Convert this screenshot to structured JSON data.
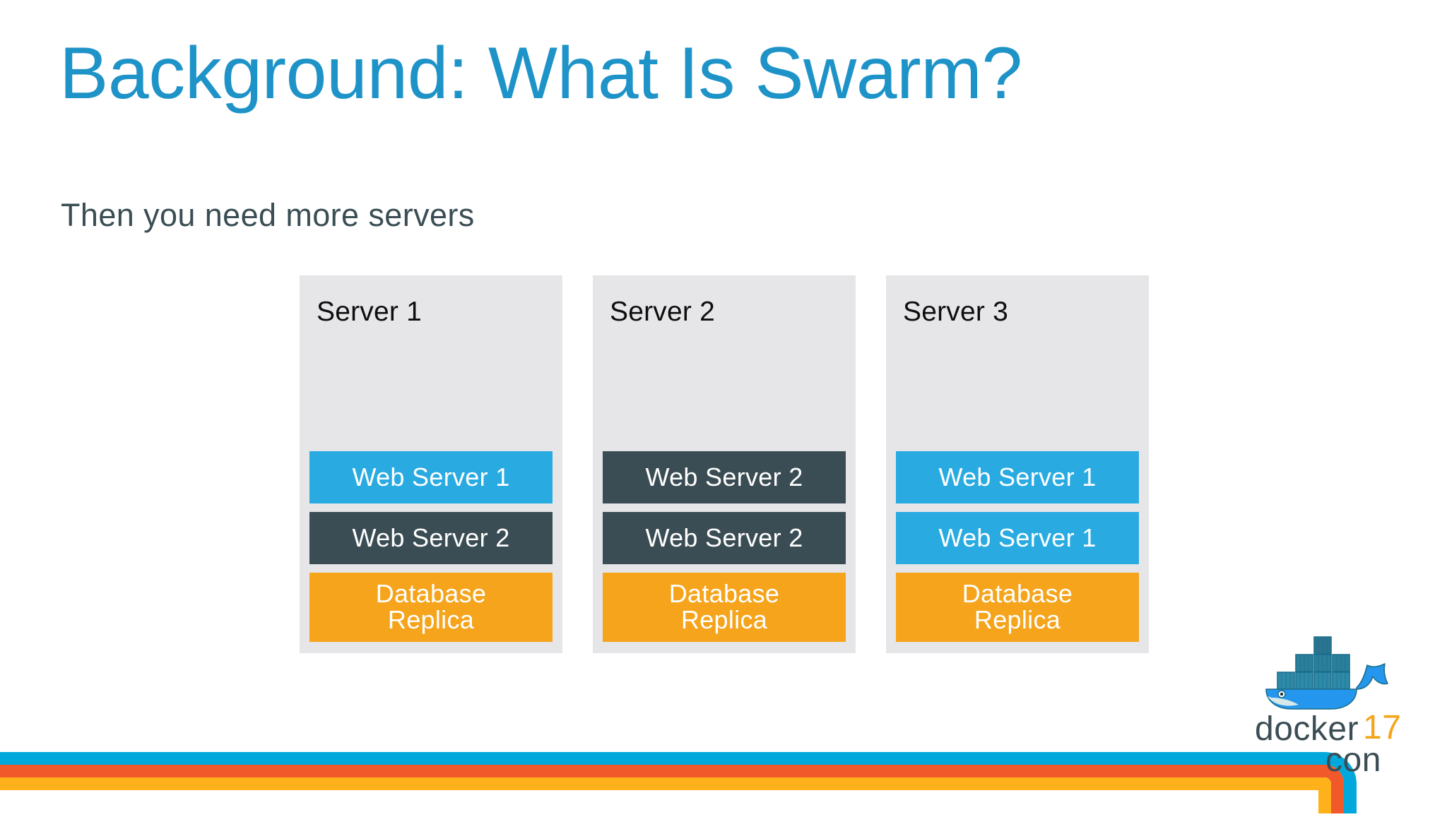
{
  "slide": {
    "title": "Background: What Is Swarm?",
    "subtitle": "Then you need more servers"
  },
  "colors": {
    "title_blue": "#1E93C8",
    "subtitle_slate": "#3A4E54",
    "panel_gray": "#E6E6E8",
    "web_blue": "#29ABE2",
    "web_dark": "#3B4D54",
    "db_orange": "#F5A41C",
    "stripe_blue": "#00A8DC",
    "stripe_red": "#F1592A",
    "stripe_yellow": "#FFB11B",
    "logo_dark": "#3B4D54",
    "logo_orange": "#F5A41C",
    "whale_blue": "#2496ED"
  },
  "servers": [
    {
      "title": "Server 1",
      "containers": [
        {
          "label": "Web Server 1",
          "style": "web-blue",
          "lines": 1
        },
        {
          "label": "Web Server 2",
          "style": "web-dark",
          "lines": 1
        },
        {
          "label": "Database\nReplica",
          "style": "db-orange",
          "lines": 2
        }
      ]
    },
    {
      "title": "Server 2",
      "containers": [
        {
          "label": "Web Server 2",
          "style": "web-dark",
          "lines": 1
        },
        {
          "label": "Web Server 2",
          "style": "web-dark",
          "lines": 1
        },
        {
          "label": "Database\nReplica",
          "style": "db-orange",
          "lines": 2
        }
      ]
    },
    {
      "title": "Server 3",
      "containers": [
        {
          "label": "Web Server 1",
          "style": "web-blue",
          "lines": 1
        },
        {
          "label": "Web Server 1",
          "style": "web-blue",
          "lines": 1
        },
        {
          "label": "Database\nReplica",
          "style": "db-orange",
          "lines": 2
        }
      ]
    }
  ],
  "logo": {
    "wordmark_docker": "docker",
    "wordmark_year": "17",
    "wordmark_con": "con",
    "whale_name": "docker-whale-icon"
  }
}
